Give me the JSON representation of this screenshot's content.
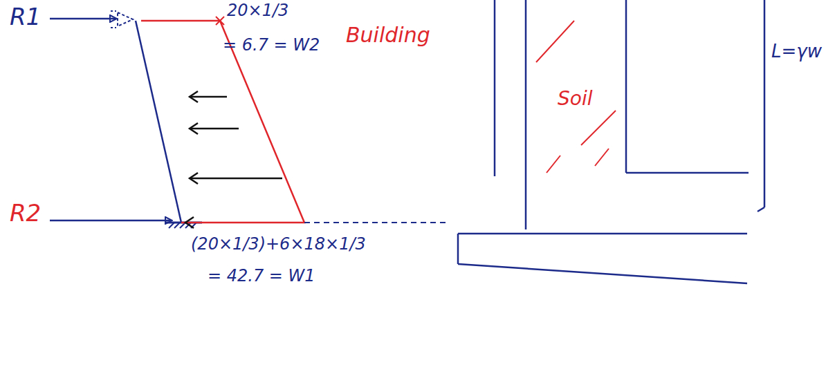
{
  "diagram": {
    "labels": [
      "R1",
      "20×1/3",
      "= 6.7 = W2",
      "Building",
      "Soil",
      "L=γw",
      "R2",
      "(20×1/3)+6×18×1/3",
      "= 42.7 = W1"
    ]
  }
}
